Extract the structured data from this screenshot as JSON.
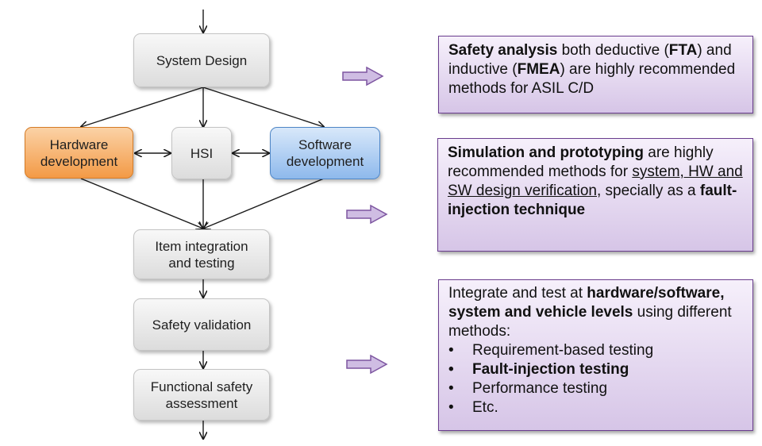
{
  "flowchart": {
    "nodes": [
      {
        "id": "system-design",
        "label": "System Design"
      },
      {
        "id": "hw-dev",
        "label": "Hardware\ndevelopment"
      },
      {
        "id": "hsi",
        "label": "HSI"
      },
      {
        "id": "sw-dev",
        "label": "Software\ndevelopment"
      },
      {
        "id": "item-integration",
        "label": "Item integration\nand testing"
      },
      {
        "id": "safety-validation",
        "label": "Safety validation"
      },
      {
        "id": "fsa",
        "label": "Functional safety\nassessment"
      }
    ],
    "colors": {
      "hardware": "#f39a46",
      "software": "#8eb9ec",
      "neutral": "#dcdcdc"
    }
  },
  "notes": {
    "safety": {
      "b1": "Safety analysis",
      "t1": " both deductive (",
      "b2": "FTA",
      "t2": ") and inductive (",
      "b3": "FMEA",
      "t3": ") are highly recommended methods for ASIL C/D"
    },
    "simulation": {
      "b1": "Simulation and prototyping",
      "t1": " are highly recommended methods for ",
      "u1": "system, HW and SW design verification",
      "t2": ", specially as a ",
      "b2": "fault-injection technique"
    },
    "integrate": {
      "t1": "Integrate  and test at ",
      "b1": "hardware/software, system and vehicle levels",
      "t2": " using different methods:",
      "bullet_char": "•",
      "items": [
        "Requirement-based testing",
        "Fault-injection testing",
        "Performance testing",
        "Etc."
      ]
    },
    "colors": {
      "fill": "#d6c5e7",
      "border": "#6a3d8e",
      "arrow_fill": "#cfbde3",
      "arrow_stroke": "#7d55a0"
    }
  }
}
